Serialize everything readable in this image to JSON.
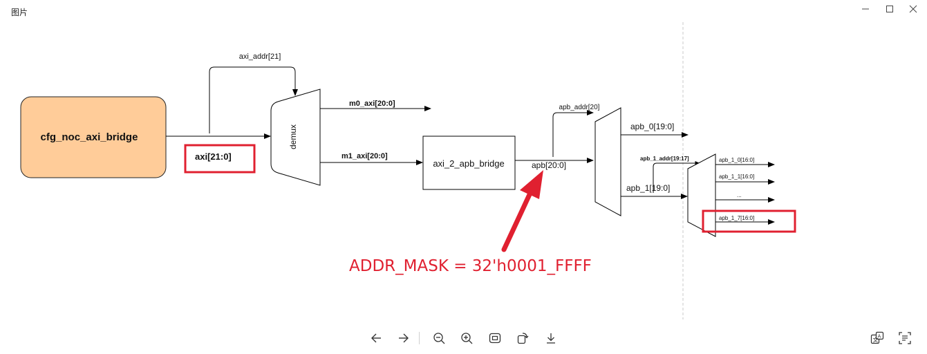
{
  "window": {
    "title": "图片"
  },
  "diagram": {
    "source_block": "cfg_noc_axi_bridge",
    "axi_bus": "axi[21:0]",
    "axi_addr_sel": "axi_addr[21]",
    "demux_label": "demux",
    "m0_out": "m0_axi[20:0]",
    "m1_out": "m1_axi[20:0]",
    "bridge_block": "axi_2_apb_bridge",
    "apb_bus": "apb[20:0]",
    "apb_addr_sel": "apb_addr[20]",
    "apb_0": "apb_0[19:0]",
    "apb_1": "apb_1[19:0]",
    "apb_1_addr_sel": "apb_1_addr[19:17]",
    "apb_1_0": "apb_1_0[16:0]",
    "apb_1_1": "apb_1_1[16:0]",
    "apb_1_dots": "...",
    "apb_1_7": "apb_1_7[16:0]",
    "annotation": "ADDR_MASK = 32'h0001_FFFF"
  },
  "colors": {
    "source_block_fill": "#ffcc99",
    "highlight_red": "#e02030"
  },
  "toolbar_icons": [
    "arrow-left-icon",
    "arrow-right-icon",
    "zoom-out-icon",
    "zoom-in-icon",
    "fit-to-window-icon",
    "rotate-icon",
    "download-icon",
    "translate-icon",
    "ocr-text-icon"
  ]
}
